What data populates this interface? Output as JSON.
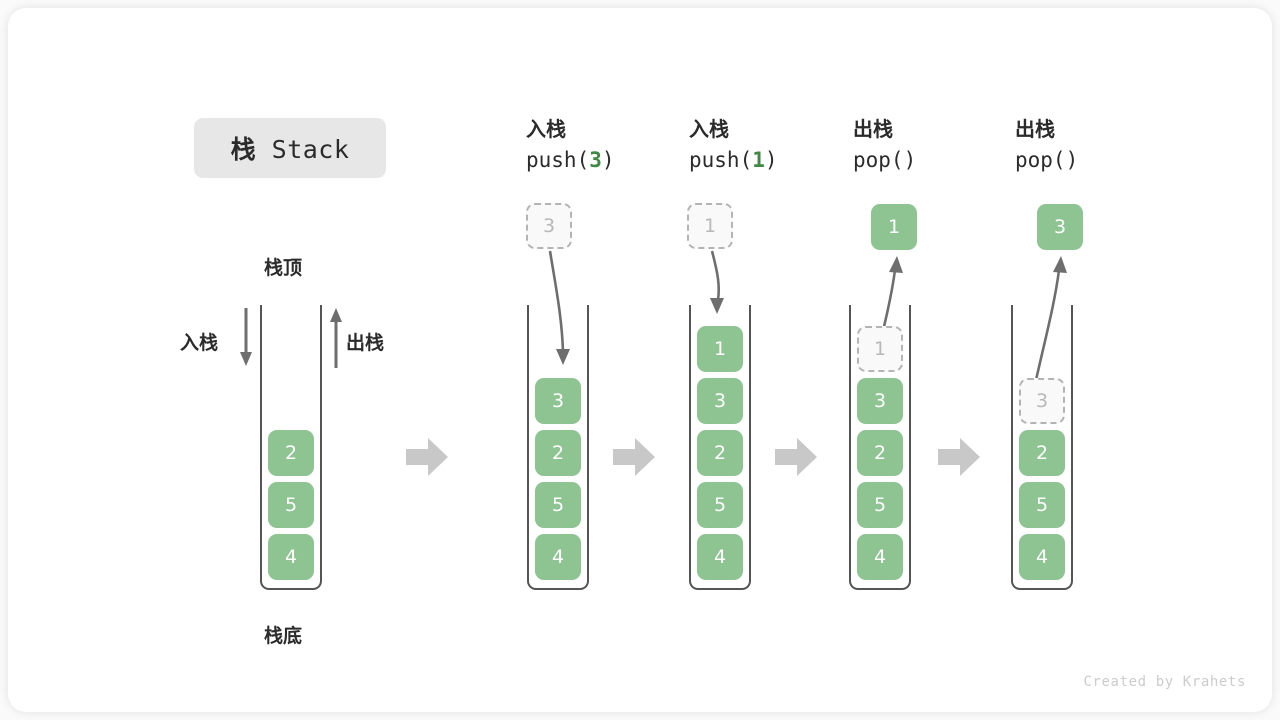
{
  "title": {
    "cn": "栈",
    "en": "Stack"
  },
  "labels": {
    "top": "栈顶",
    "bottom": "栈底",
    "push": "入栈",
    "pop": "出栈"
  },
  "footer": "Created by Krahets",
  "colors": {
    "cell_fill": "#8ec492",
    "cell_text": "#ffffff",
    "ghost_border": "#b4b4b4",
    "ghost_text": "#b8b8b8",
    "accent_green": "#3f8a42",
    "wall": "#555555",
    "arrow_gray": "#c8c8c8",
    "curve_gray": "#6e6e6e",
    "badge_bg": "#e7e7e7"
  },
  "columns": [
    {
      "id": "initial",
      "head_line1": "",
      "head_line2": "",
      "head_arg": "",
      "stack": [
        "2",
        "5",
        "4"
      ],
      "ghost_in_stack": null,
      "floating": null
    },
    {
      "id": "push-3",
      "head_line1": "入栈",
      "head_line2_pre": "push(",
      "head_arg": "3",
      "head_line2_post": ")",
      "stack": [
        "3",
        "2",
        "5",
        "4"
      ],
      "ghost_in_stack": null,
      "floating": {
        "value": "3",
        "style": "ghost"
      }
    },
    {
      "id": "push-1",
      "head_line1": "入栈",
      "head_line2_pre": "push(",
      "head_arg": "1",
      "head_line2_post": ")",
      "stack": [
        "1",
        "3",
        "2",
        "5",
        "4"
      ],
      "ghost_in_stack": null,
      "floating": {
        "value": "1",
        "style": "ghost"
      }
    },
    {
      "id": "pop-1",
      "head_line1": "出栈",
      "head_line2_pre": "pop(",
      "head_arg": "",
      "head_line2_post": ")",
      "stack": [
        "3",
        "2",
        "5",
        "4"
      ],
      "ghost_in_stack": {
        "value": "1",
        "slot": 0
      },
      "floating": {
        "value": "1",
        "style": "solid"
      }
    },
    {
      "id": "pop-3",
      "head_line1": "出栈",
      "head_line2_pre": "pop(",
      "head_arg": "",
      "head_line2_post": ")",
      "stack": [
        "2",
        "5",
        "4"
      ],
      "ghost_in_stack": {
        "value": "3",
        "slot": 1
      },
      "floating": {
        "value": "3",
        "style": "solid"
      }
    }
  ]
}
